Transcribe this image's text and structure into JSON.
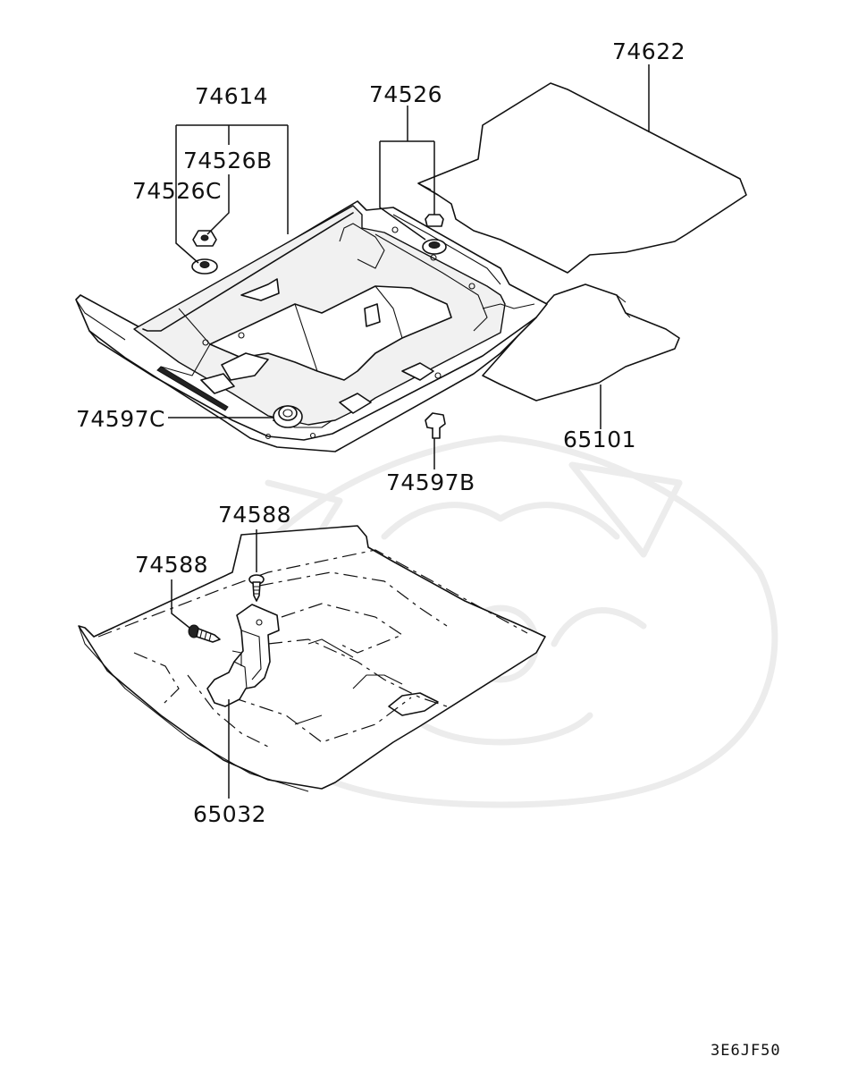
{
  "diagram": {
    "labels": {
      "p74622": "74622",
      "p74614": "74614",
      "p74526": "74526",
      "p74526b": "74526B",
      "p74526c": "74526C",
      "p74597c": "74597C",
      "p65101": "65101",
      "p74597b": "74597B",
      "p74588_top": "74588",
      "p74588_left": "74588",
      "p65032": "65032"
    },
    "figure_code": "3E6JF50"
  }
}
